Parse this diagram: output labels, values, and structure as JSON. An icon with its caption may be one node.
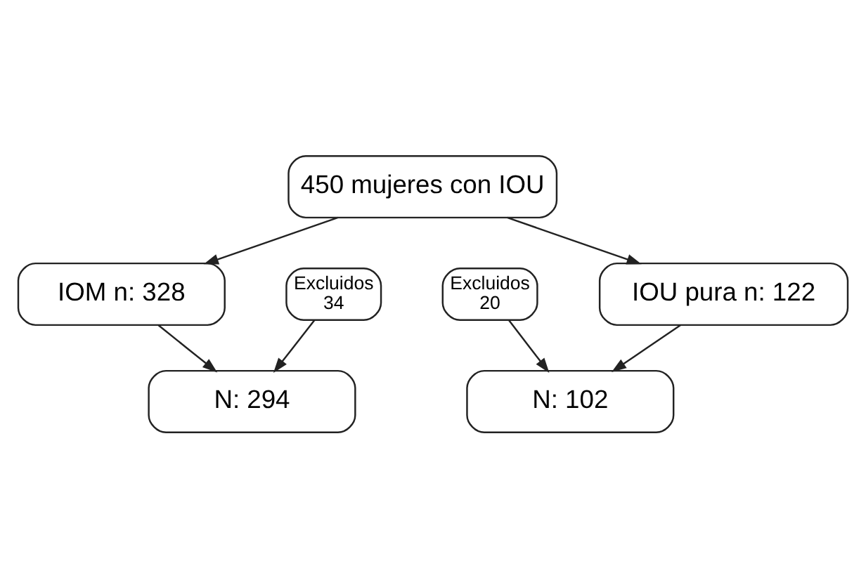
{
  "diagram": {
    "nodes": [
      {
        "text": [
          "450 mujeres con IOU"
        ]
      },
      {
        "text": [
          "IOM n: 328"
        ]
      },
      {
        "text": [
          "IOU pura n: 122"
        ]
      },
      {
        "text": [
          "Excluidos 34"
        ]
      },
      {
        "text": [
          "N: 294"
        ]
      },
      {
        "text": [
          "Excluidos 20"
        ]
      },
      {
        "text": [
          "N: 102"
        ]
      }
    ],
    "edges": [
      {
        "from": 0,
        "to": 1,
        "arrow": "to"
      },
      {
        "from": 0,
        "to": 2,
        "arrow": "to"
      },
      {
        "from": 1,
        "to": 4,
        "arrow": "to"
      },
      {
        "from": 3,
        "to": 4,
        "arrow": "to"
      },
      {
        "from": 2,
        "to": 6,
        "arrow": "to"
      },
      {
        "from": 5,
        "to": 6,
        "arrow": "to"
      }
    ]
  }
}
